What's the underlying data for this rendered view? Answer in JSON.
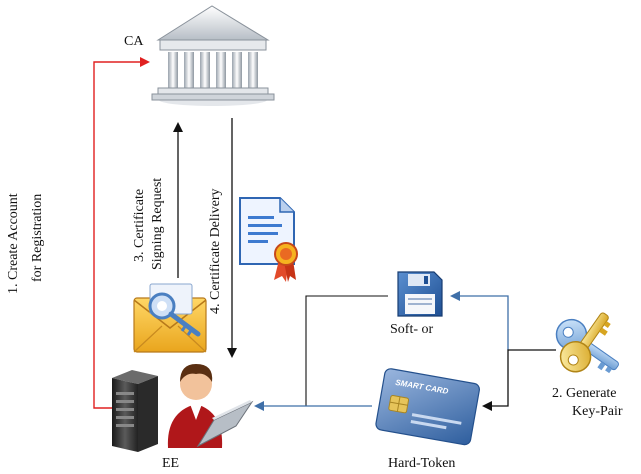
{
  "nodes": {
    "ca": {
      "label": "CA",
      "icon": "bank-building-icon"
    },
    "ee": {
      "label": "EE",
      "icon": "user-with-laptop-icon"
    },
    "soft_token": {
      "label": "Soft- or",
      "icon": "floppy-disk-icon"
    },
    "hard_token": {
      "label": "Hard-Token",
      "icon": "smart-card-icon"
    },
    "keypair": {
      "icon": "keys-icon"
    },
    "csr": {
      "icon": "envelope-key-icon"
    },
    "certificate": {
      "icon": "certificate-document-icon"
    },
    "smart_card_text": "SMART CARD"
  },
  "steps": {
    "step1": {
      "line1": "1. Create Account",
      "line2": "for Registration"
    },
    "step2": {
      "line1": "2. Generate",
      "line2": "Key-Pair"
    },
    "step3": {
      "line1": "3. Certificate",
      "line2": "Signing Request"
    },
    "step4": {
      "line1": "4. Certificate Delivery"
    }
  },
  "colors": {
    "registration_arrow": "#e02020",
    "token_arrows": "#3f6fa8",
    "flow_arrows": "#111111"
  }
}
